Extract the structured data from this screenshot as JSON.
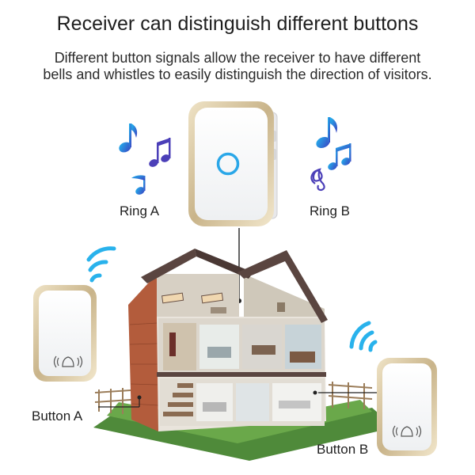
{
  "heading": {
    "title": "Receiver can distinguish different buttons",
    "subtitle_line1": "Different button signals allow the receiver to have different",
    "subtitle_line2": "bells and whistles to easily distinguish the direction of visitors."
  },
  "labels": {
    "ring_a": "Ring A",
    "ring_b": "Ring B",
    "button_a": "Button A",
    "button_b": "Button B"
  },
  "colors": {
    "note_blue": "#1e9be0",
    "note_purple": "#4b3fb8",
    "ring_blue": "#2aa7e8",
    "gold_frame": "#d9c7a1",
    "wifi_blue": "#29b2ec",
    "roof": "#5a4540",
    "brick": "#b35c3c",
    "grass": "#4f8a3a"
  },
  "icons": [
    "music-note-icon",
    "wifi-signal-icon",
    "bell-icon"
  ]
}
